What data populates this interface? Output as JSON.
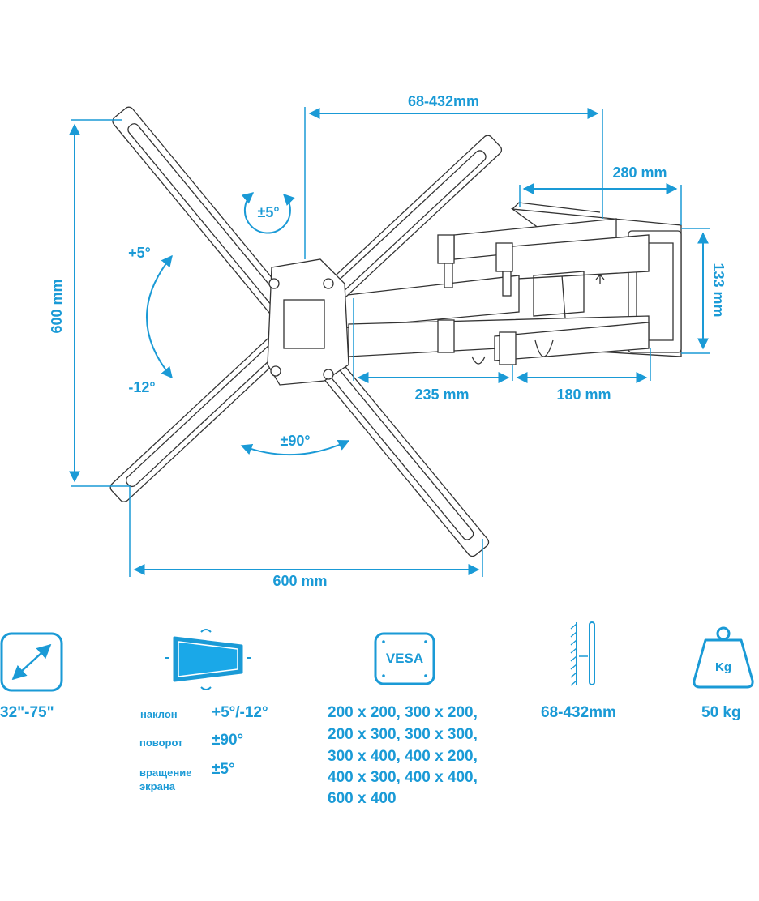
{
  "colors": {
    "accent": "#1a9ad6",
    "line": "#333333"
  },
  "dimensions": {
    "extension_range": "68-432mm",
    "wall_plate_width": "280 mm",
    "wall_plate_height": "133 mm",
    "pattern_height": "600 mm",
    "pattern_width": "600 mm",
    "arm_1": "235 mm",
    "arm_2": "180 mm",
    "rotation": "±5°",
    "tilt_up": "+5°",
    "tilt_down": "-12°",
    "swivel": "±90°"
  },
  "specs": {
    "screen_size": {
      "icon": "diagonal-size-icon",
      "value": "32\"-75\""
    },
    "motion": {
      "icon": "tilt-swivel-icon",
      "rows": [
        {
          "label": "наклон",
          "value": "+5°/-12°"
        },
        {
          "label": "поворот",
          "value": "±90°"
        },
        {
          "label": "вращение экрана",
          "value": "±5°"
        }
      ]
    },
    "vesa": {
      "icon": "vesa-icon",
      "icon_text": "VESA",
      "lines": [
        "200 x 200, 300 x 200,",
        "200 x 300, 300 x 300,",
        "300 x 400, 400 x 200,",
        "400 x 300, 400 x 400,",
        "600 x 400"
      ]
    },
    "wall_distance": {
      "icon": "wall-distance-icon",
      "value": "68-432mm"
    },
    "max_load": {
      "icon": "weight-icon",
      "icon_text": "Kg",
      "value": "50 kg"
    }
  }
}
